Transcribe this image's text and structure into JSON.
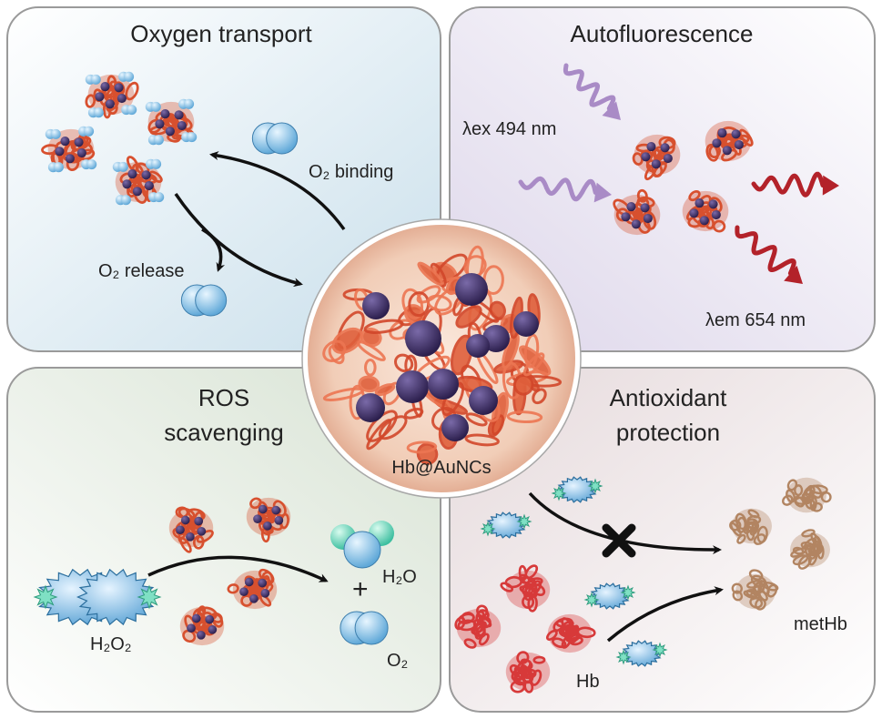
{
  "panels": {
    "oxygen_transport": {
      "title": "Oxygen transport",
      "binding_label": "O₂ binding",
      "release_label": "O₂ release"
    },
    "autofluorescence": {
      "title": "Autofluorescence",
      "excitation_label": "λex 494 nm",
      "emission_label": "λem 654 nm"
    },
    "ros_scavenging": {
      "title_line1": "ROS",
      "title_line2": "scavenging",
      "h2o2_label": "H₂O₂",
      "plus_sign": "+",
      "h2o_label": "H₂O",
      "o2_label": "O₂"
    },
    "antioxidant_protection": {
      "title_line1": "Antioxidant",
      "title_line2": "protection",
      "hb_label": "Hb",
      "methb_label": "metHb"
    }
  },
  "center": {
    "label": "Hb@AuNCs"
  },
  "colors": {
    "protein": "#d8502f",
    "gold_cluster": "#3a2a5e",
    "oxygen": "#8cc8ea",
    "excitation_wave": "#a98bc6",
    "emission_wave": "#b3222a",
    "hb_red": "#d73a3a",
    "methb_brown": "#b28562"
  }
}
